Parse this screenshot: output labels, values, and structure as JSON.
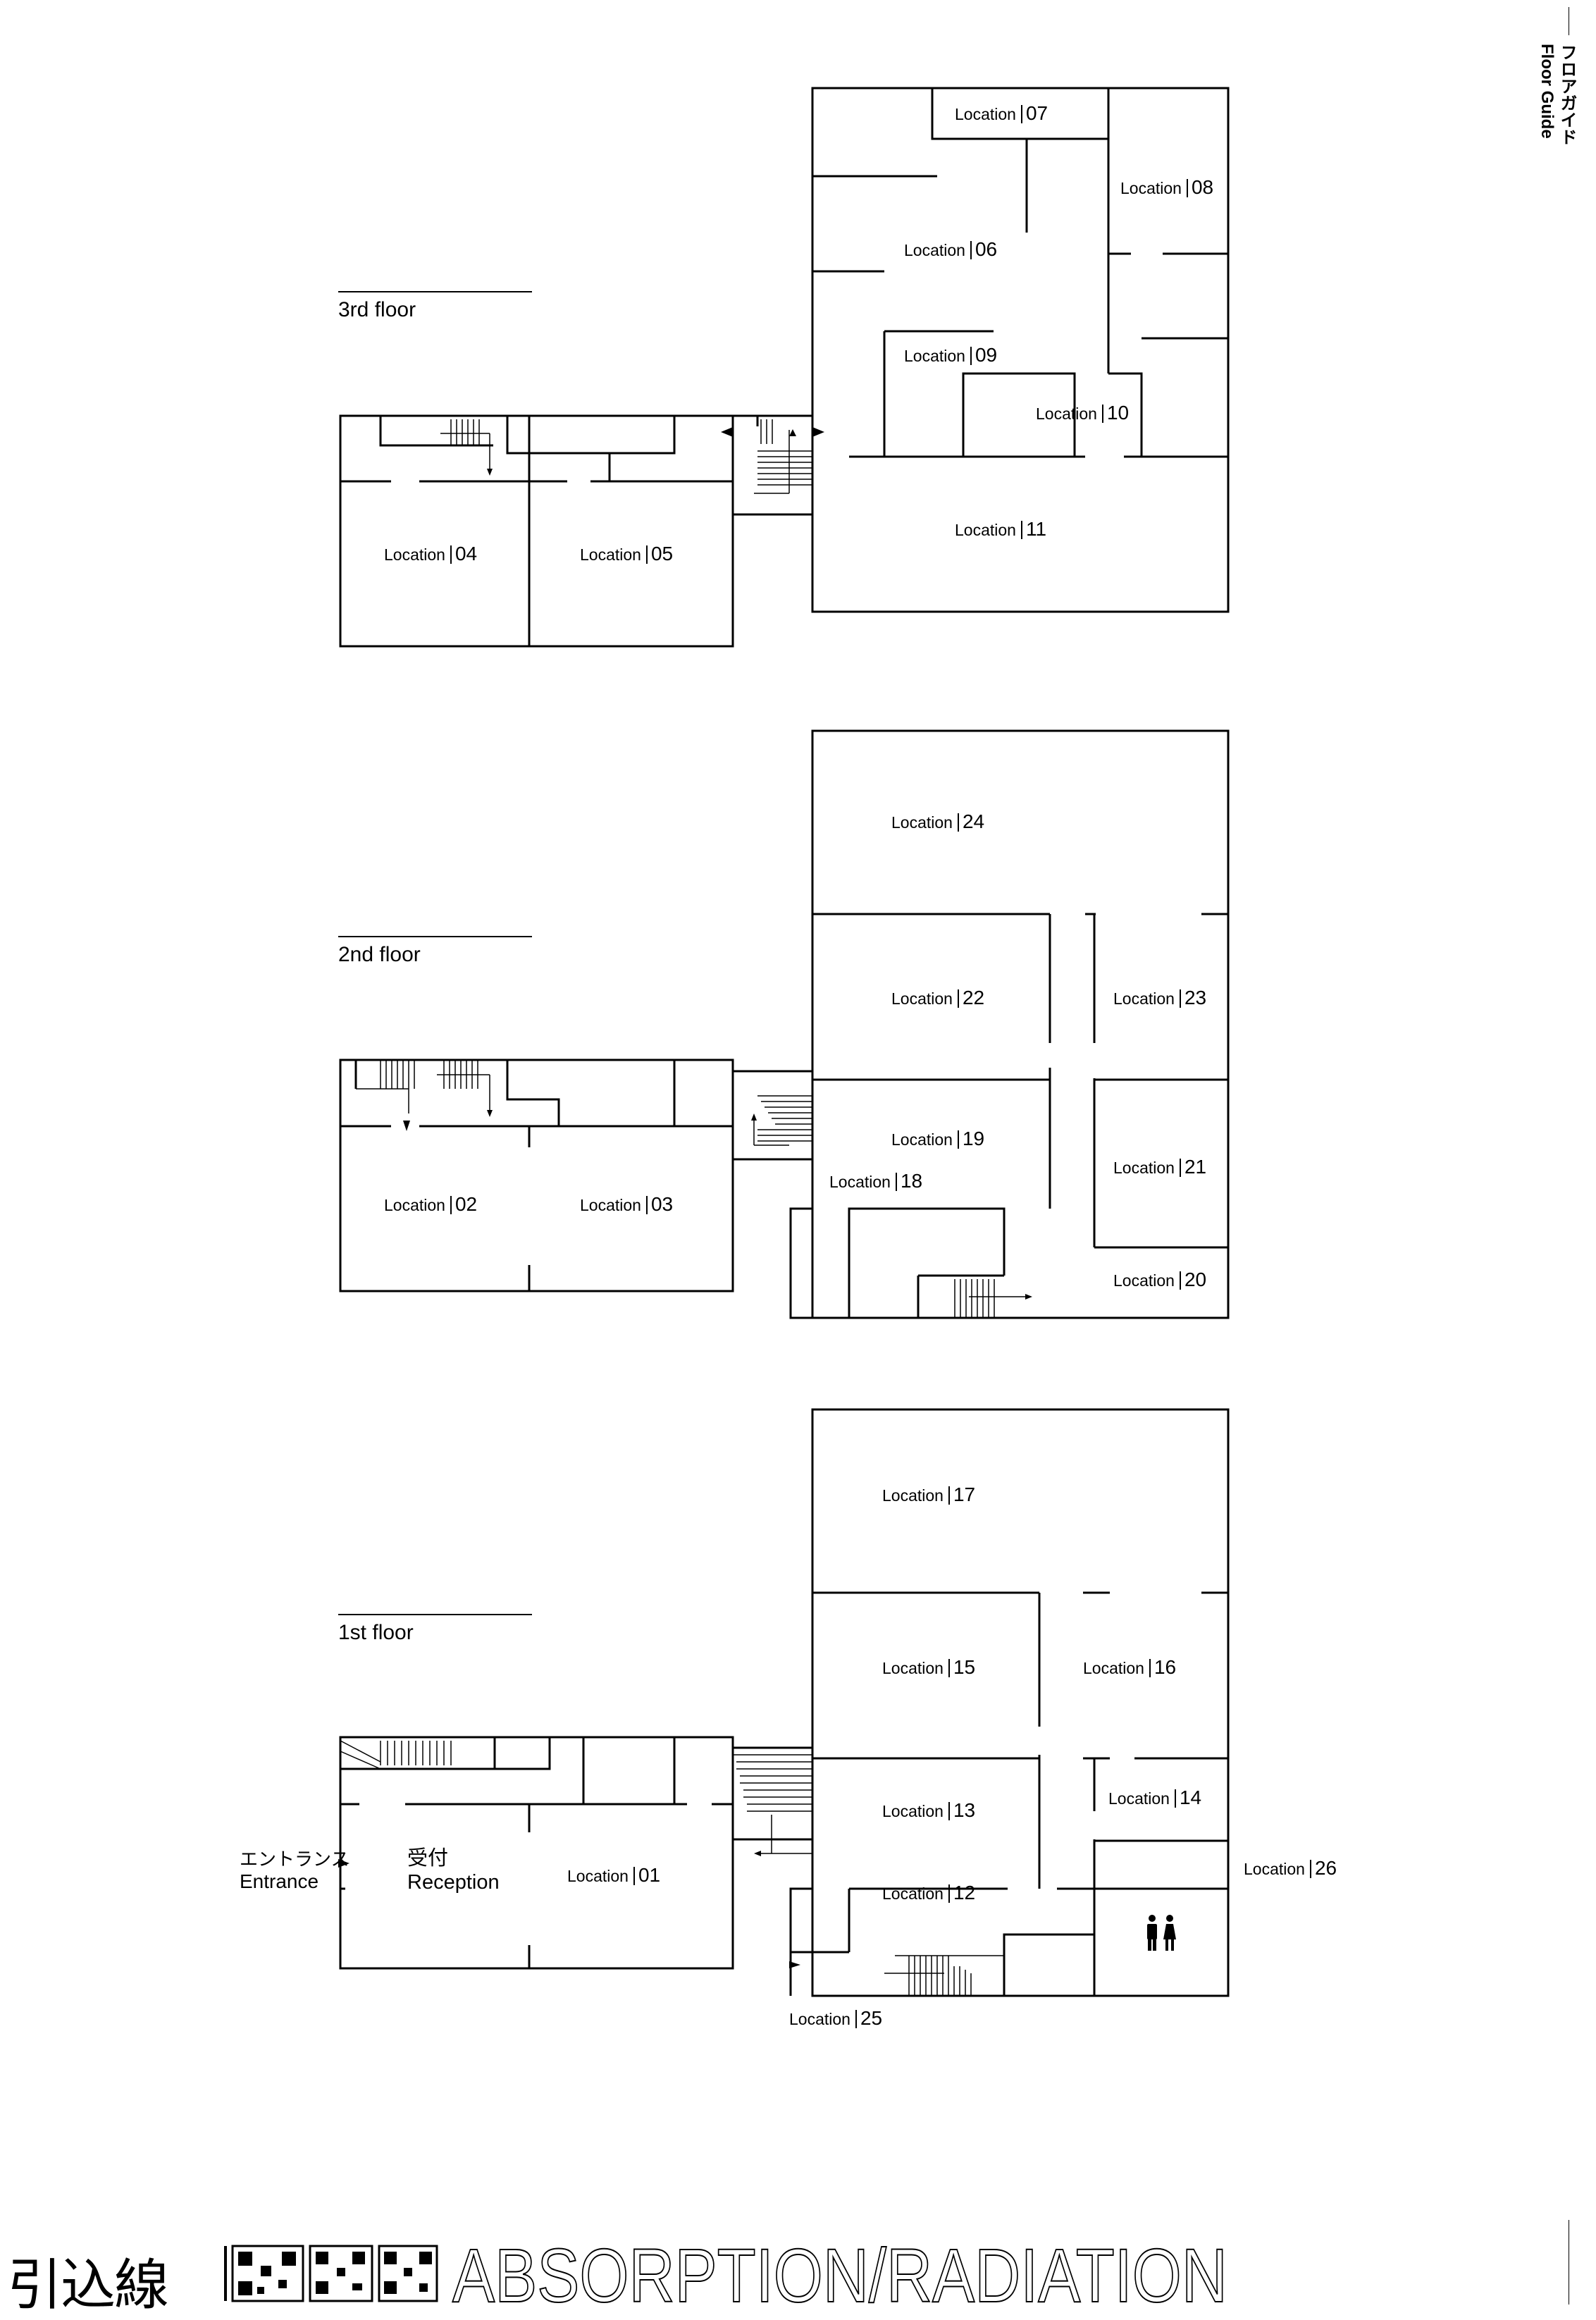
{
  "side_title": {
    "jp": "フロアガイド",
    "en": "Floor Guide"
  },
  "floors": [
    {
      "id": "3f",
      "label": "3rd floor"
    },
    {
      "id": "2f",
      "label": "2nd floor"
    },
    {
      "id": "1f",
      "label": "1st floor"
    }
  ],
  "location_word": "Location",
  "locations": [
    {
      "num": "01"
    },
    {
      "num": "02"
    },
    {
      "num": "03"
    },
    {
      "num": "04"
    },
    {
      "num": "05"
    },
    {
      "num": "06"
    },
    {
      "num": "07"
    },
    {
      "num": "08"
    },
    {
      "num": "09"
    },
    {
      "num": "10"
    },
    {
      "num": "11"
    },
    {
      "num": "12"
    },
    {
      "num": "13"
    },
    {
      "num": "14"
    },
    {
      "num": "15"
    },
    {
      "num": "16"
    },
    {
      "num": "17"
    },
    {
      "num": "18"
    },
    {
      "num": "19"
    },
    {
      "num": "20"
    },
    {
      "num": "21"
    },
    {
      "num": "22"
    },
    {
      "num": "23"
    },
    {
      "num": "24"
    },
    {
      "num": "25"
    },
    {
      "num": "26"
    }
  ],
  "entrance": {
    "jp": "エントランス",
    "en": "Entrance"
  },
  "reception": {
    "jp": "受付",
    "en": "Reception"
  },
  "footer": {
    "kanji": "引込線",
    "title": "ABSORPTION/RADIATION"
  },
  "icons": [
    "restroom-icon",
    "qr-code-icon",
    "arrow-icon",
    "stairs-icon"
  ]
}
